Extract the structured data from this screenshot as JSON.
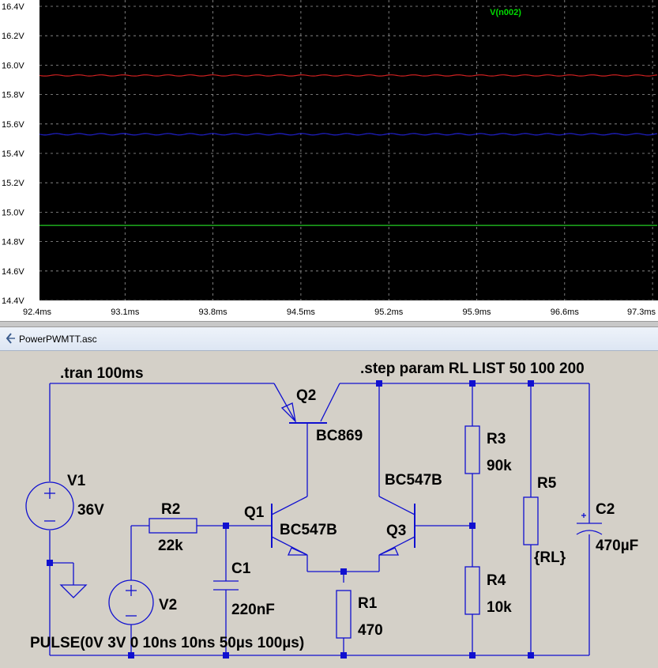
{
  "waveform": {
    "trace_label": "V(n002)",
    "y_ticks": [
      "16.4V",
      "16.2V",
      "16.0V",
      "15.8V",
      "15.6V",
      "15.4V",
      "15.2V",
      "15.0V",
      "14.8V",
      "14.6V",
      "14.4V"
    ],
    "x_ticks": [
      "92.4ms",
      "93.1ms",
      "93.8ms",
      "94.5ms",
      "95.2ms",
      "95.9ms",
      "96.6ms",
      "97.3ms"
    ],
    "colors": {
      "background": "#000000",
      "grid": "#9a9a9a",
      "label": "#00dd00",
      "trace_red": "#cc2020",
      "trace_blue": "#2020cc",
      "trace_green": "#22cc22"
    }
  },
  "chart_data": {
    "type": "line",
    "title": "",
    "xlabel": "",
    "ylabel": "",
    "ylim": [
      14.4,
      16.4
    ],
    "xlim": [
      92.4,
      97.3
    ],
    "x_unit": "ms",
    "y_unit": "V",
    "legend": "V(n002)",
    "series": [
      {
        "color": "#cc2020",
        "x": [
          92.4,
          97.3
        ],
        "values": [
          15.93,
          15.93
        ],
        "ripple": 0.004
      },
      {
        "color": "#2020cc",
        "x": [
          92.4,
          97.3
        ],
        "values": [
          15.53,
          15.53
        ],
        "ripple": 0.005
      },
      {
        "color": "#22cc22",
        "x": [
          92.4,
          97.3
        ],
        "values": [
          14.91,
          14.91
        ],
        "ripple": 0.0
      }
    ]
  },
  "window": {
    "title": "PowerPWMTT.asc"
  },
  "schematic": {
    "directives": {
      "tran": ".tran 100ms",
      "step": ".step param RL LIST 50 100 200"
    },
    "V1": {
      "name": "V1",
      "value": "36V"
    },
    "V2": {
      "name": "V2",
      "value": "PULSE(0V 3V 0 10ns 10ns 50µs 100µs)"
    },
    "R1": {
      "name": "R1",
      "value": "470"
    },
    "R2": {
      "name": "R2",
      "value": "22k"
    },
    "R3": {
      "name": "R3",
      "value": "90k"
    },
    "R4": {
      "name": "R4",
      "value": "10k"
    },
    "R5": {
      "name": "R5",
      "value": "{RL}"
    },
    "C1": {
      "name": "C1",
      "value": "220nF"
    },
    "C2": {
      "name": "C2",
      "value": "470µF"
    },
    "Q1": {
      "name": "Q1",
      "value": "BC547B"
    },
    "Q2": {
      "name": "Q2",
      "value": "BC869"
    },
    "Q3": {
      "name": "Q3",
      "value": "BC547B"
    }
  }
}
